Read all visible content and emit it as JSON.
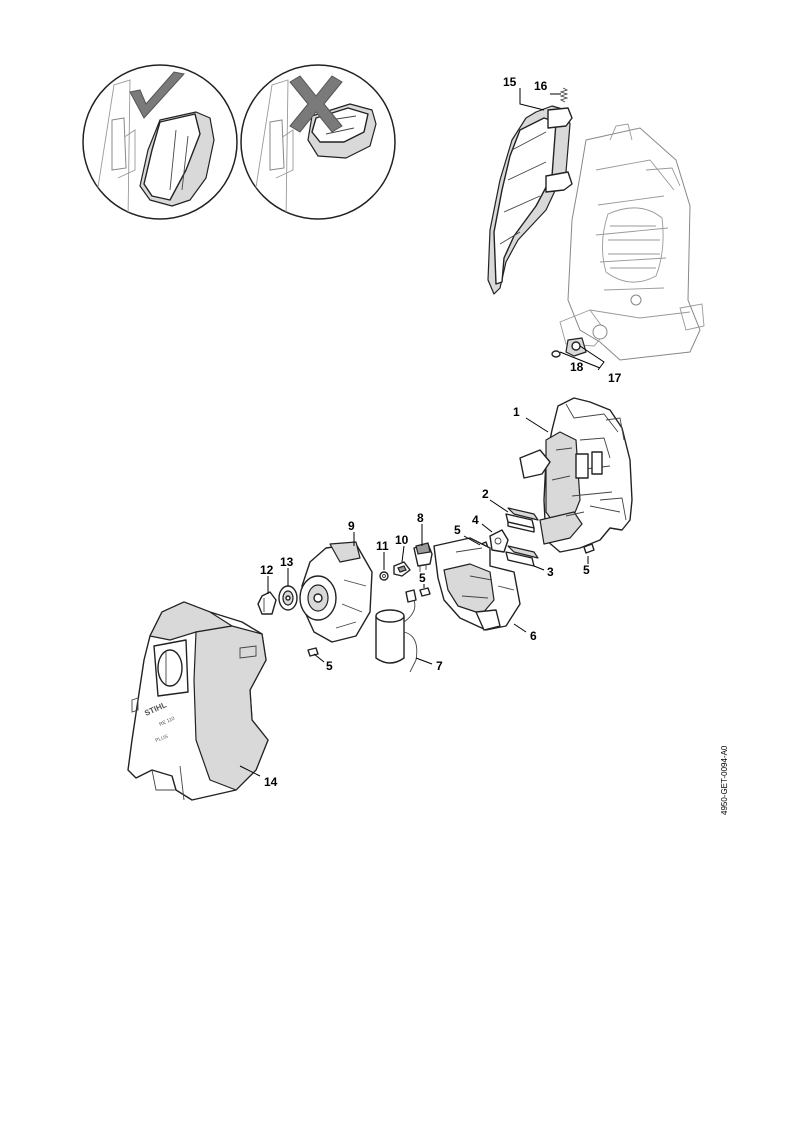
{
  "document_code": "4950-GET-0094-A0",
  "callouts": [
    "1",
    "2",
    "3",
    "4",
    "5",
    "5",
    "5",
    "5",
    "6",
    "7",
    "8",
    "9",
    "10",
    "11",
    "12",
    "13",
    "14",
    "15",
    "16",
    "17",
    "18"
  ],
  "brand": {
    "logo": "STIHL",
    "model": "RE 110",
    "variant": "PLUS"
  },
  "colors": {
    "outline": "#222222",
    "fill_light": "#d9d9d9",
    "fill_dark": "#9a9a9a",
    "mark": "#7a7a7a"
  }
}
